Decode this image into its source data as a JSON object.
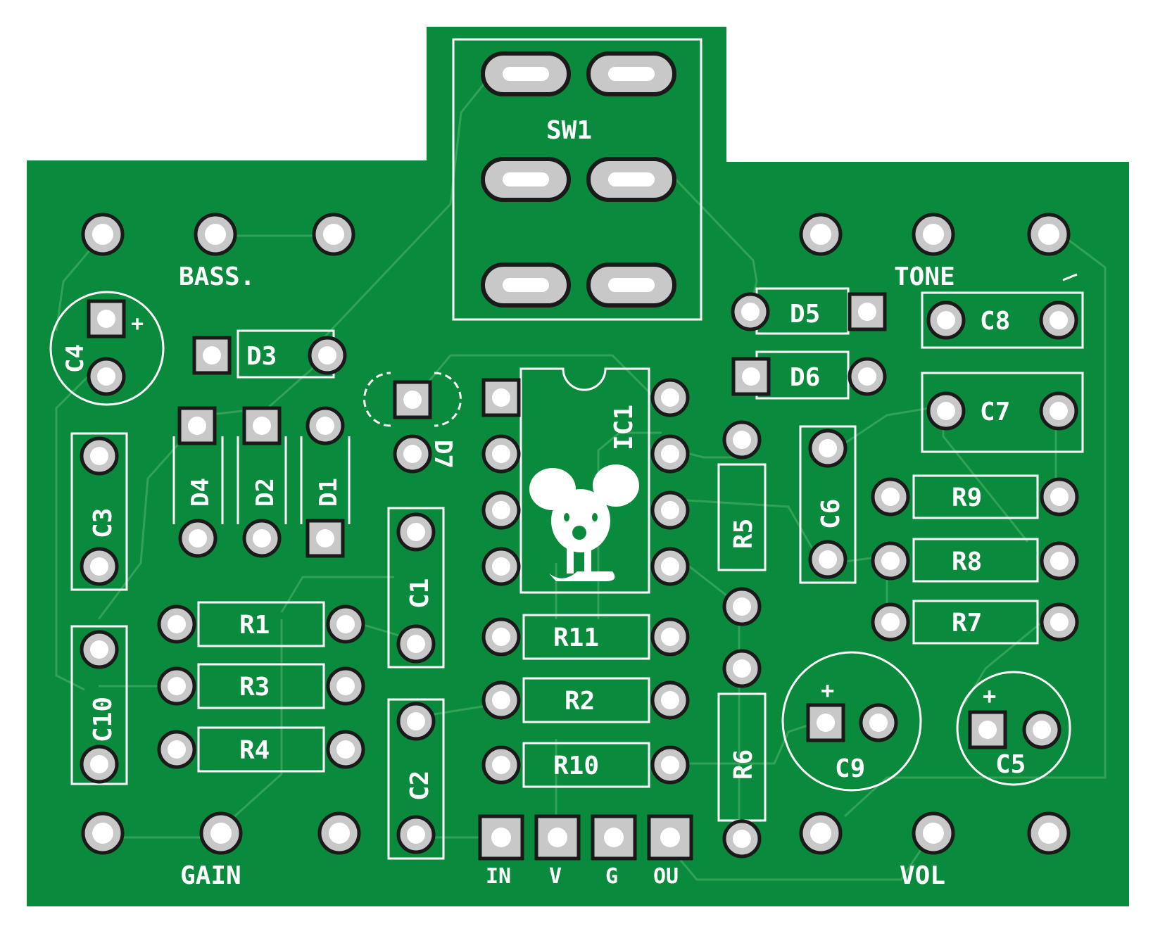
{
  "board": {
    "mask_color": "#0a8a3c",
    "silk_color": "#ffffff",
    "pad_color": "#c8c8c8"
  },
  "labels": {
    "sw1": "SW1",
    "bass": "BASS.",
    "tone": "TONE",
    "gain": "GAIN",
    "vol": "VOL",
    "c4": "C4",
    "c4_plus": "+",
    "d3": "D3",
    "d5": "D5",
    "d6": "D6",
    "c8": "C8",
    "c7": "C7",
    "d4": "D4",
    "d2": "D2",
    "d1": "D1",
    "d7": "D7",
    "ic1": "IC1",
    "c3": "C3",
    "c6": "C6",
    "r5": "R5",
    "r9": "R9",
    "r8": "R8",
    "r7": "R7",
    "c1": "C1",
    "r1": "R1",
    "r3": "R3",
    "r4": "R4",
    "c10": "C10",
    "r11": "R11",
    "r2": "R2",
    "r10": "R10",
    "c2": "C2",
    "r6": "R6",
    "c9": "C9",
    "c9_plus": "+",
    "c5": "C5",
    "c5_plus": "+",
    "in": "IN",
    "v": "V",
    "g": "G",
    "ou": "OU"
  }
}
